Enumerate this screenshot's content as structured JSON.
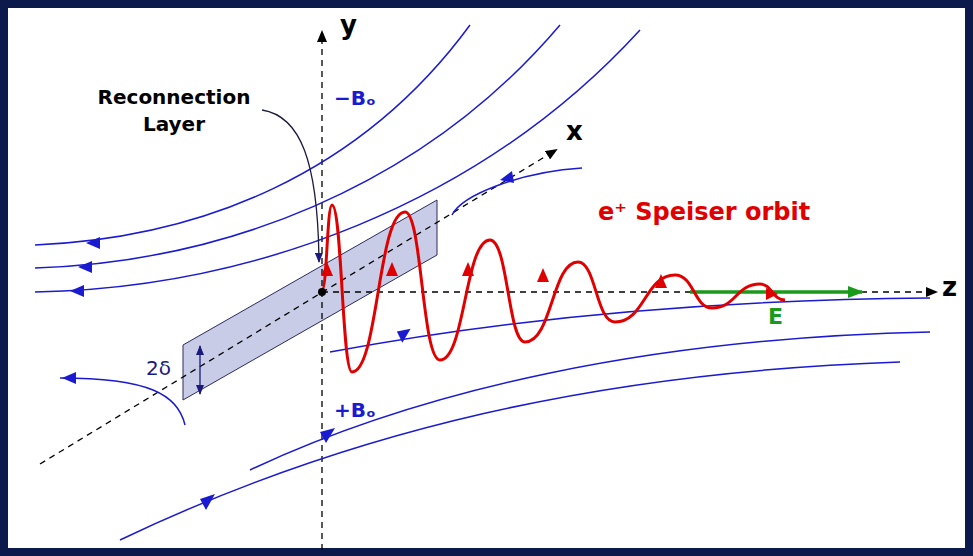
{
  "diagram": {
    "labels": [
      "y",
      "x",
      "z",
      "Reconnection Layer",
      "−Bₒ",
      "+Bₒ",
      "2δ",
      "e⁺ Speiser orbit",
      "E"
    ]
  }
}
